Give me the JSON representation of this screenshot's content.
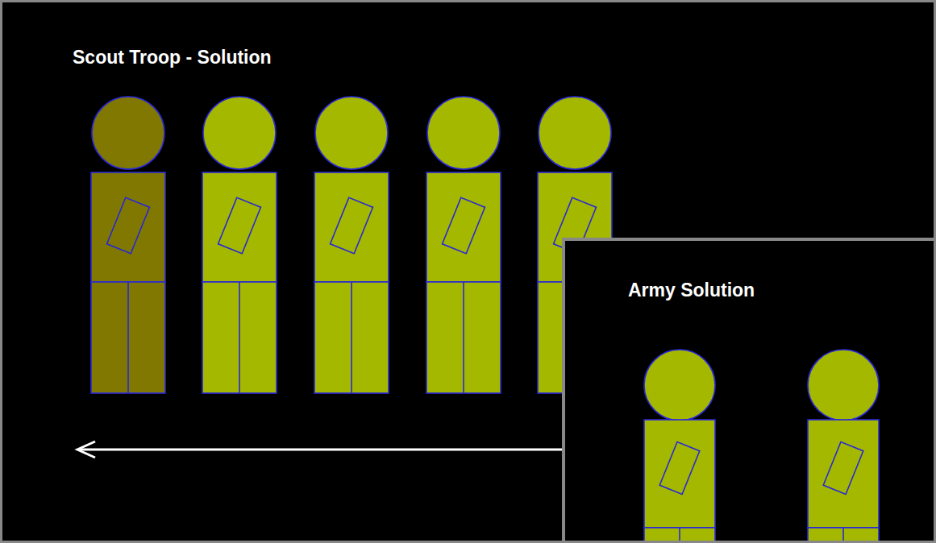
{
  "diagram": {
    "nodes": [
      {
        "text": [
          "Scout Troop - Solution"
        ]
      },
      {
        "text": [
          "Army Solution"
        ],
        "in": 0
      }
    ]
  }
}
